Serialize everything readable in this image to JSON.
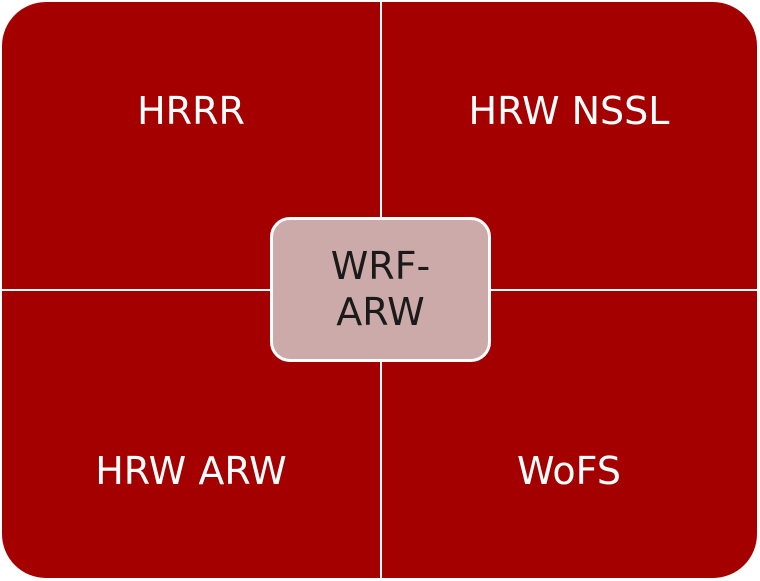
{
  "colors": {
    "quadrant_fill": "#a50000",
    "center_fill": "#cdaaaa",
    "divider": "#ffffff",
    "label_text": "#ffffff",
    "center_text": "#1a1a1a"
  },
  "quadrants": {
    "top_left": "HRRR",
    "top_right": "HRW NSSL",
    "bottom_left": "HRW ARW",
    "bottom_right": "WoFS"
  },
  "center": {
    "label": "WRF-ARW"
  }
}
